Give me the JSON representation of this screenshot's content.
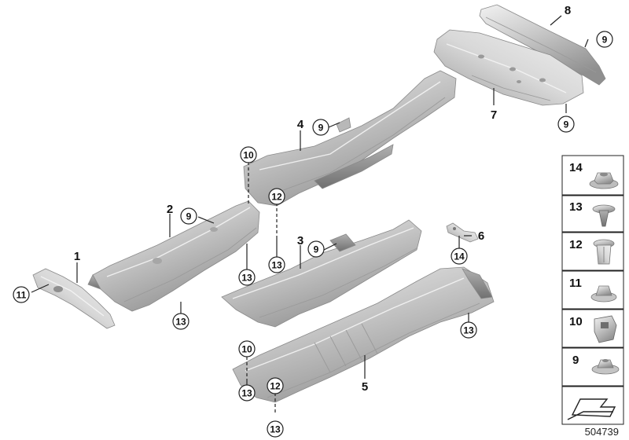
{
  "parts": {
    "p1": "1",
    "p2": "2",
    "p3": "3",
    "p4": "4",
    "p5": "5",
    "p6": "6",
    "p7": "7",
    "p8": "8"
  },
  "callouts": {
    "c9": "9",
    "c10": "10",
    "c11": "11",
    "c12": "12",
    "c13": "13",
    "c14": "14"
  },
  "legend": [
    {
      "number": "14",
      "item": "hex-flange-nut"
    },
    {
      "number": "13",
      "item": "push-clip"
    },
    {
      "number": "12",
      "item": "expansion-nut"
    },
    {
      "number": "11",
      "item": "hex-nut"
    },
    {
      "number": "10",
      "item": "spring-clip"
    },
    {
      "number": "9",
      "item": "flange-nut"
    }
  ],
  "reference_number": "504739",
  "colors": {
    "metal_light": "#e6e6e6",
    "metal_mid": "#c2c2c2",
    "metal_dark": "#8c8c8c",
    "line": "#222222"
  }
}
